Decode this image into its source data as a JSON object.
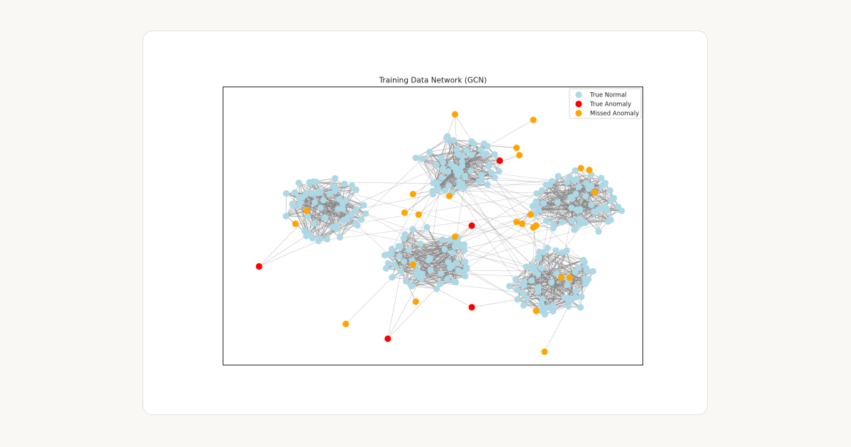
{
  "chart_data": {
    "type": "scatter",
    "chart_kind": "network graph",
    "title": "Training Data Network (GCN)",
    "axes_visible": false,
    "grid": false,
    "legend_position": "top-right",
    "legend": [
      {
        "label": "True Normal",
        "color": "#add8e6"
      },
      {
        "label": "True Anomaly",
        "color": "#ff0000"
      },
      {
        "label": "Missed Anomaly",
        "color": "#ffa500"
      }
    ],
    "edge_color": "#808080",
    "communities": [
      {
        "id": 1,
        "node_class": "True Normal",
        "approx_center": [
          -0.38,
          0.09
        ],
        "approx_node_count": 60
      },
      {
        "id": 2,
        "node_class": "True Normal",
        "approx_center": [
          0.09,
          0.32
        ],
        "approx_node_count": 60
      },
      {
        "id": 3,
        "node_class": "True Normal",
        "approx_center": [
          0.52,
          0.12
        ],
        "approx_node_count": 60
      },
      {
        "id": 4,
        "node_class": "True Normal",
        "approx_center": [
          -0.02,
          -0.18
        ],
        "approx_node_count": 60
      },
      {
        "id": 5,
        "node_class": "True Normal",
        "approx_center": [
          0.43,
          -0.3
        ],
        "approx_node_count": 60
      }
    ],
    "anomalies": [
      {
        "class": "True Anomaly",
        "x": 0.24,
        "y": 0.35
      },
      {
        "class": "True Anomaly",
        "x": 0.14,
        "y": 0.0
      },
      {
        "class": "True Anomaly",
        "x": -0.62,
        "y": -0.22
      },
      {
        "class": "True Anomaly",
        "x": 0.14,
        "y": -0.44
      },
      {
        "class": "True Anomaly",
        "x": -0.16,
        "y": -0.61
      },
      {
        "class": "Missed Anomaly",
        "x": 0.08,
        "y": 0.6
      },
      {
        "class": "Missed Anomaly",
        "x": 0.36,
        "y": 0.57
      },
      {
        "class": "Missed Anomaly",
        "x": 0.3,
        "y": 0.42
      },
      {
        "class": "Missed Anomaly",
        "x": 0.31,
        "y": 0.38
      },
      {
        "class": "Missed Anomaly",
        "x": 0.53,
        "y": 0.31
      },
      {
        "class": "Missed Anomaly",
        "x": 0.56,
        "y": 0.3
      },
      {
        "class": "Missed Anomaly",
        "x": 0.58,
        "y": 0.18
      },
      {
        "class": "Missed Anomaly",
        "x": 0.35,
        "y": 0.06
      },
      {
        "class": "Missed Anomaly",
        "x": 0.37,
        "y": 0.0
      },
      {
        "class": "Missed Anomaly",
        "x": 0.32,
        "y": 0.01
      },
      {
        "class": "Missed Anomaly",
        "x": 0.3,
        "y": 0.02
      },
      {
        "class": "Missed Anomaly",
        "x": 0.36,
        "y": -0.01
      },
      {
        "class": "Missed Anomaly",
        "x": -0.07,
        "y": 0.17
      },
      {
        "class": "Missed Anomaly",
        "x": -0.1,
        "y": 0.07
      },
      {
        "class": "Missed Anomaly",
        "x": -0.05,
        "y": 0.06
      },
      {
        "class": "Missed Anomaly",
        "x": -0.45,
        "y": 0.08
      },
      {
        "class": "Missed Anomaly",
        "x": -0.49,
        "y": 0.01
      },
      {
        "class": "Missed Anomaly",
        "x": 0.06,
        "y": 0.16
      },
      {
        "class": "Missed Anomaly",
        "x": 0.08,
        "y": -0.06
      },
      {
        "class": "Missed Anomaly",
        "x": -0.07,
        "y": -0.21
      },
      {
        "class": "Missed Anomaly",
        "x": 0.46,
        "y": -0.28
      },
      {
        "class": "Missed Anomaly",
        "x": 0.49,
        "y": -0.28
      },
      {
        "class": "Missed Anomaly",
        "x": 0.37,
        "y": -0.46
      },
      {
        "class": "Missed Anomaly",
        "x": -0.06,
        "y": -0.41
      },
      {
        "class": "Missed Anomaly",
        "x": -0.31,
        "y": -0.53
      },
      {
        "class": "Missed Anomaly",
        "x": 0.4,
        "y": -0.68
      }
    ]
  }
}
